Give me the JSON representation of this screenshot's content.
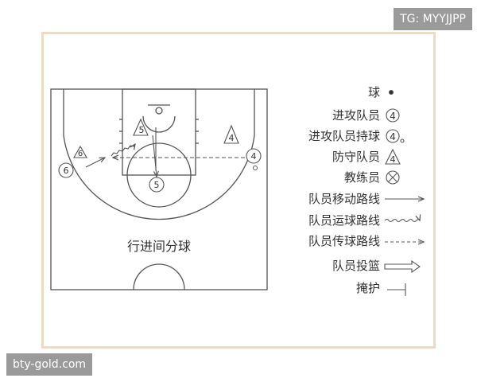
{
  "top_badge": "TG: MYYJJPP",
  "bottom_badge": "bty-gold.com",
  "court": {
    "caption": "行进间分球",
    "markers": {
      "attacker_left_wing": "6",
      "defender_left_wing": "6",
      "defender_high_post": "5",
      "attacker_low_post": "5",
      "defender_right_wing": "4",
      "attacker_right_ball": "4"
    }
  },
  "legend": [
    {
      "label": "球",
      "symbol": "dot-icon"
    },
    {
      "label": "进攻队员",
      "symbol": "circle-number-icon",
      "text": "4"
    },
    {
      "label": "进攻队员持球",
      "symbol": "circle-number-ball-icon",
      "text": "4"
    },
    {
      "label": "防守队员",
      "symbol": "triangle-number-icon",
      "text": "4"
    },
    {
      "label": "教练员",
      "symbol": "circle-x-icon"
    },
    {
      "label": "队员移动路线",
      "symbol": "solid-arrow-icon"
    },
    {
      "label": "队员运球路线",
      "symbol": "wavy-arrow-icon"
    },
    {
      "label": "队员传球路线",
      "symbol": "dashed-arrow-icon"
    },
    {
      "label": "队员投篮",
      "symbol": "double-arrow-icon"
    },
    {
      "label": "掩护",
      "symbol": "screen-icon"
    }
  ],
  "colors": {
    "frame": "#eadcc5",
    "lines": "#555555",
    "badge": "#9a9a9a"
  }
}
